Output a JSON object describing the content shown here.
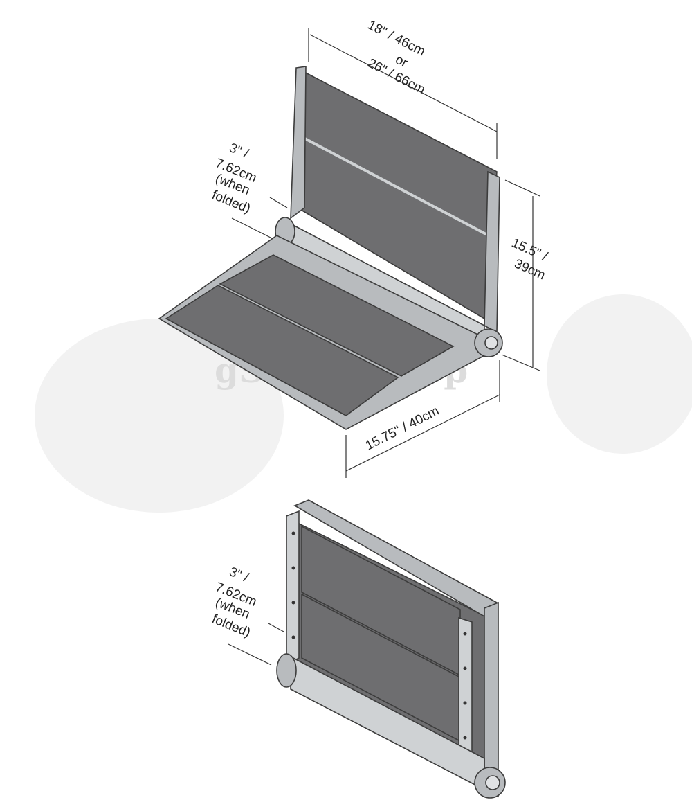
{
  "watermark": {
    "text": "gSupplyShop"
  },
  "top_view": {
    "width_label_1": "18\" / 46cm",
    "width_label_2": "or",
    "width_label_3": "26\" / 66cm",
    "height_label_1": "15.5\" /",
    "height_label_2": "39cm",
    "depth_label": "15.75\" / 40cm",
    "folded_label_1": "3\" /",
    "folded_label_2": "7.62cm",
    "folded_label_3": "(when",
    "folded_label_4": "folded)"
  },
  "bottom_view": {
    "folded_label_1": "3\" /",
    "folded_label_2": "7.62cm",
    "folded_label_3": "(when",
    "folded_label_4": "folded)"
  },
  "colors": {
    "slat": "#6e6e70",
    "frame": "#b8bbbe",
    "frame_light": "#cfd2d4",
    "outline": "#3c3c3c",
    "watermark": "#e9e9e9"
  }
}
